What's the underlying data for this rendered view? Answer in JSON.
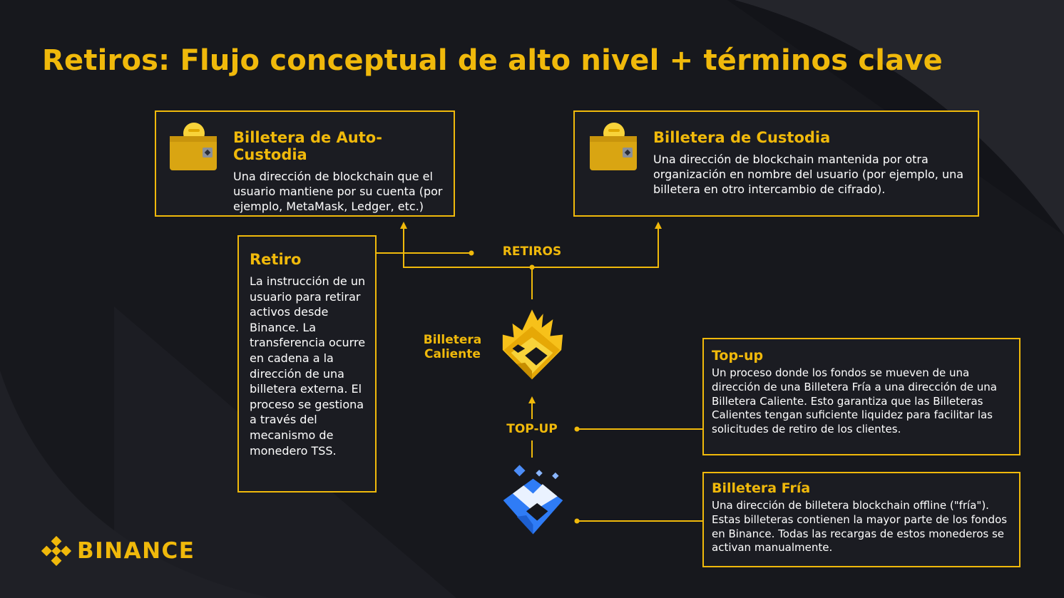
{
  "title": "Retiros: Flujo conceptual de alto nivel + términos clave",
  "colors": {
    "accent": "#F0B90B",
    "background": "#131419",
    "panel": "#1b1c22",
    "cold_blue": "#2F7CF6"
  },
  "self_custody": {
    "icon": "wallet-icon",
    "title": "Billetera de Auto-Custodia",
    "text": "Una dirección de blockchain que el usuario mantiene por su cuenta (por ejemplo, MetaMask, Ledger, etc.)"
  },
  "custodial": {
    "icon": "wallet-icon",
    "title": "Billetera de Custodia",
    "text": "Una dirección de blockchain mantenida por otra organización en nombre del usuario (por ejemplo, una billetera en otro intercambio de cifrado)."
  },
  "withdrawal": {
    "title": "Retiro",
    "text": "La instrucción de un usuario para retirar activos desde Binance. La transferencia ocurre en cadena a la dirección de una billetera externa. El proceso se gestiona a través del mecanismo de monedero TSS."
  },
  "flow": {
    "withdrawals_label": "RETIROS",
    "topup_label": "TOP-UP",
    "hot_wallet_label": "Billetera Caliente"
  },
  "topup": {
    "title": "Top-up",
    "text": "Un proceso donde los fondos se mueven de una dirección de una Billetera Fría a una dirección de una Billetera Caliente. Esto garantiza que las Billeteras Calientes tengan suficiente liquidez para facilitar las solicitudes de retiro de los clientes."
  },
  "cold_wallet": {
    "title": "Billetera Fría",
    "text": "Una dirección de billetera blockchain offline (\"fría\"). Estas billeteras contienen la mayor parte de los fondos en Binance. Todas las recargas de estos monederos se activan manualmente."
  },
  "brand": {
    "name": "BINANCE",
    "icon": "binance-logo-icon"
  }
}
